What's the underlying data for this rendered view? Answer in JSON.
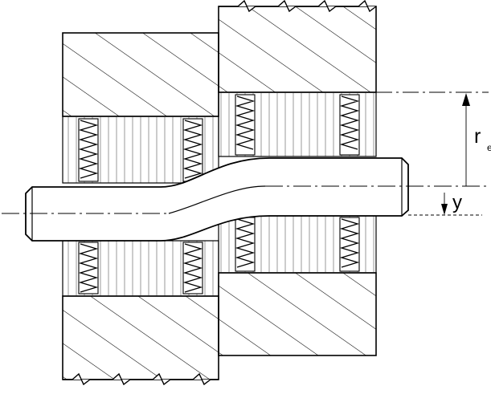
{
  "labels": {
    "r_main": "r",
    "r_sub": "e",
    "y": "y"
  },
  "colors": {
    "line": "#000000",
    "thin": "#333333",
    "background": "#ffffff"
  }
}
